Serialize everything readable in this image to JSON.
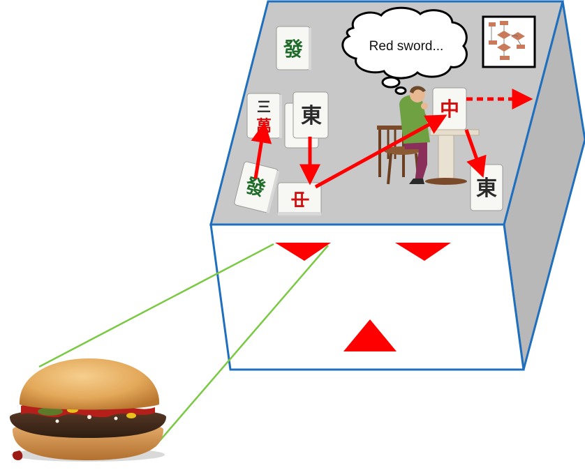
{
  "thought_bubble": {
    "text": "Red sword..."
  },
  "tiles": {
    "green_dragon": "發",
    "red_dragon": "中",
    "east_wind": "東",
    "three_character": "三",
    "ten_thousand": "萬"
  },
  "colors": {
    "box_outline": "#1f6fbf",
    "top_face": "#c8c8c8",
    "side_face": "#b8b8b8",
    "front_face": "#ffffff",
    "arrow_red": "#ff0000",
    "marker_red": "#ff0000",
    "pointer_lines": "#7ac943",
    "tile_face": "#f7f7f4",
    "green_glyph": "#1f6b2a",
    "red_glyph": "#d11010"
  },
  "icons": {
    "person": "thinking-person-icon",
    "chair": "chair-icon",
    "table": "table-icon",
    "flowchart": "flowchart-thumbnail-icon",
    "burger": "hamburger-icon"
  }
}
